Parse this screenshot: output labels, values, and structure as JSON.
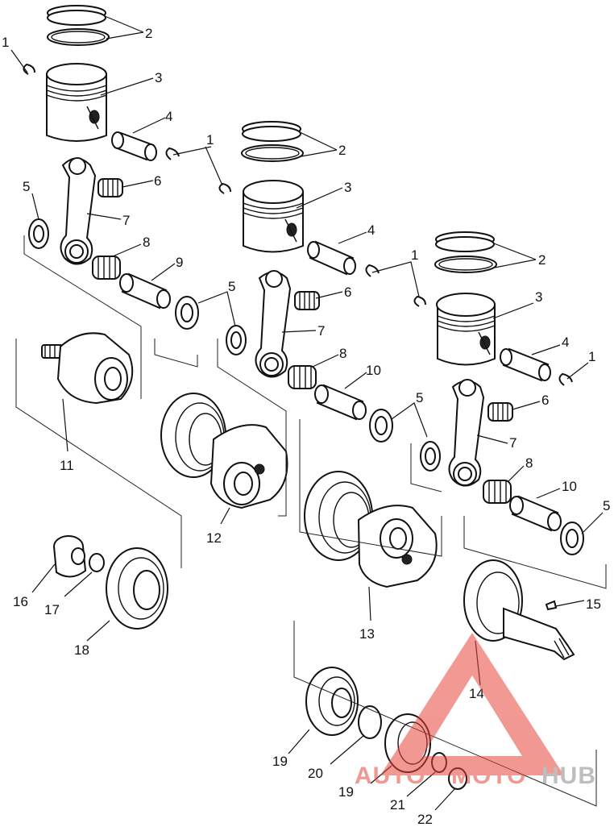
{
  "diagram": {
    "callouts": {
      "c1a": "1",
      "c2a": "2",
      "c3a": "3",
      "c4a": "4",
      "c5a": "5",
      "c6a": "6",
      "c7a": "7",
      "c8a": "8",
      "c9": "9",
      "c1b": "1",
      "c1c": "1",
      "c2b": "2",
      "c3b": "3",
      "c4b": "4",
      "c5b": "5",
      "c6b": "6",
      "c7b": "7",
      "c8b": "8",
      "c10a": "10",
      "c2c": "2",
      "c3c": "3",
      "c4c": "4",
      "c1d": "1",
      "c5c": "5",
      "c6c": "6",
      "c7c": "7",
      "c8c": "8",
      "c10b": "10",
      "c5d": "5",
      "c1e": "1",
      "c11": "11",
      "c12": "12",
      "c13": "13",
      "c14": "14",
      "c15": "15",
      "c16": "16",
      "c17": "17",
      "c18": "18",
      "c19a": "19",
      "c19b": "19",
      "c20": "20",
      "c21": "21",
      "c22": "22"
    },
    "watermark": {
      "part1": "AUTO",
      "part2": "MOTO",
      "part3": "HUB",
      "color_red": "#e8453c",
      "color_grey": "#9a9a9a"
    }
  }
}
